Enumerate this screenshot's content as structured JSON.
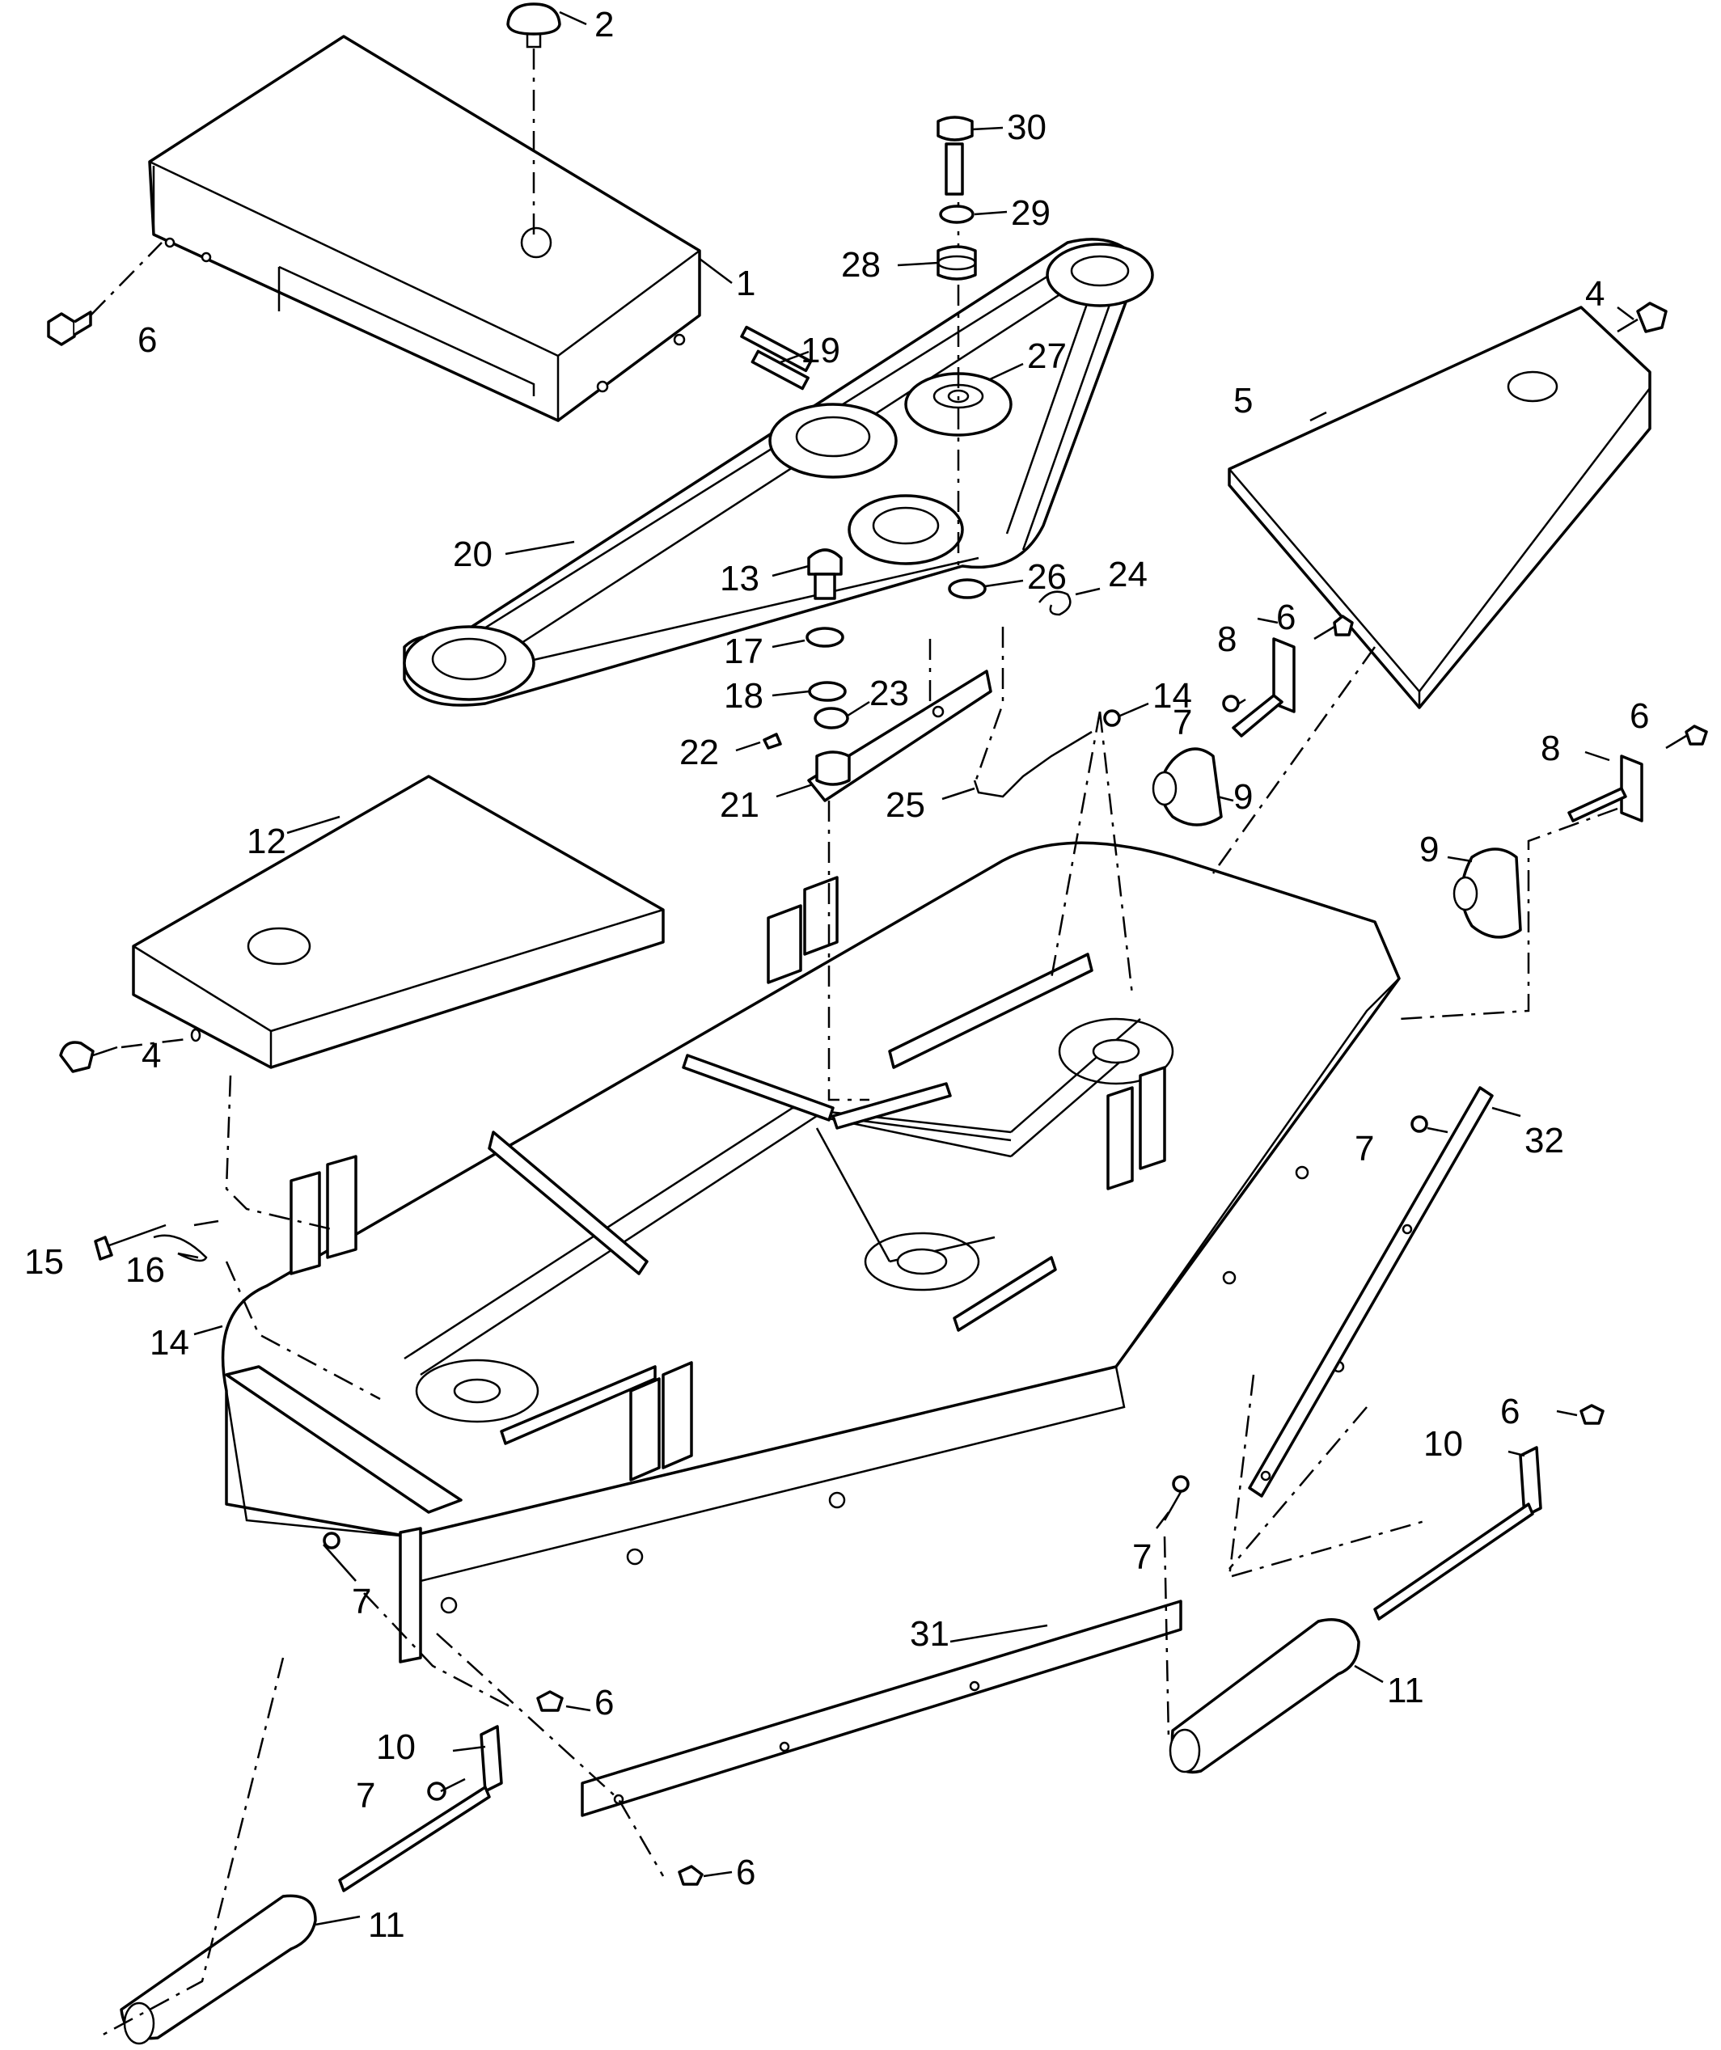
{
  "callouts": [
    {
      "id": "c30",
      "text": "30"
    },
    {
      "id": "c2",
      "text": "2"
    },
    {
      "id": "c29",
      "text": "29"
    },
    {
      "id": "c28",
      "text": "28"
    },
    {
      "id": "c1",
      "text": "1"
    },
    {
      "id": "c4a",
      "text": "4"
    },
    {
      "id": "c19",
      "text": "19"
    },
    {
      "id": "c27",
      "text": "27"
    },
    {
      "id": "c6a",
      "text": "6"
    },
    {
      "id": "c5",
      "text": "5"
    },
    {
      "id": "c20",
      "text": "20"
    },
    {
      "id": "c13",
      "text": "13"
    },
    {
      "id": "c26",
      "text": "26"
    },
    {
      "id": "c24",
      "text": "24"
    },
    {
      "id": "c6b",
      "text": "6"
    },
    {
      "id": "c8a",
      "text": "8"
    },
    {
      "id": "c17",
      "text": "17"
    },
    {
      "id": "c18",
      "text": "18"
    },
    {
      "id": "c23",
      "text": "23"
    },
    {
      "id": "c14a",
      "text": "14"
    },
    {
      "id": "c7a",
      "text": "7"
    },
    {
      "id": "c6c",
      "text": "6"
    },
    {
      "id": "c22",
      "text": "22"
    },
    {
      "id": "c8b",
      "text": "8"
    },
    {
      "id": "c21",
      "text": "21"
    },
    {
      "id": "c25",
      "text": "25"
    },
    {
      "id": "c9a",
      "text": "9"
    },
    {
      "id": "c12",
      "text": "12"
    },
    {
      "id": "c9b",
      "text": "9"
    },
    {
      "id": "c4b",
      "text": "4"
    },
    {
      "id": "c7b",
      "text": "7"
    },
    {
      "id": "c32",
      "text": "32"
    },
    {
      "id": "c15",
      "text": "15"
    },
    {
      "id": "c16",
      "text": "16"
    },
    {
      "id": "c14b",
      "text": "14"
    },
    {
      "id": "c6d",
      "text": "6"
    },
    {
      "id": "c10a",
      "text": "10"
    },
    {
      "id": "c7c",
      "text": "7"
    },
    {
      "id": "c7d",
      "text": "7"
    },
    {
      "id": "c31",
      "text": "31"
    },
    {
      "id": "c11a",
      "text": "11"
    },
    {
      "id": "c6e",
      "text": "6"
    },
    {
      "id": "c10b",
      "text": "10"
    },
    {
      "id": "c7e",
      "text": "7"
    },
    {
      "id": "c6f",
      "text": "6"
    },
    {
      "id": "c11b",
      "text": "11"
    }
  ]
}
